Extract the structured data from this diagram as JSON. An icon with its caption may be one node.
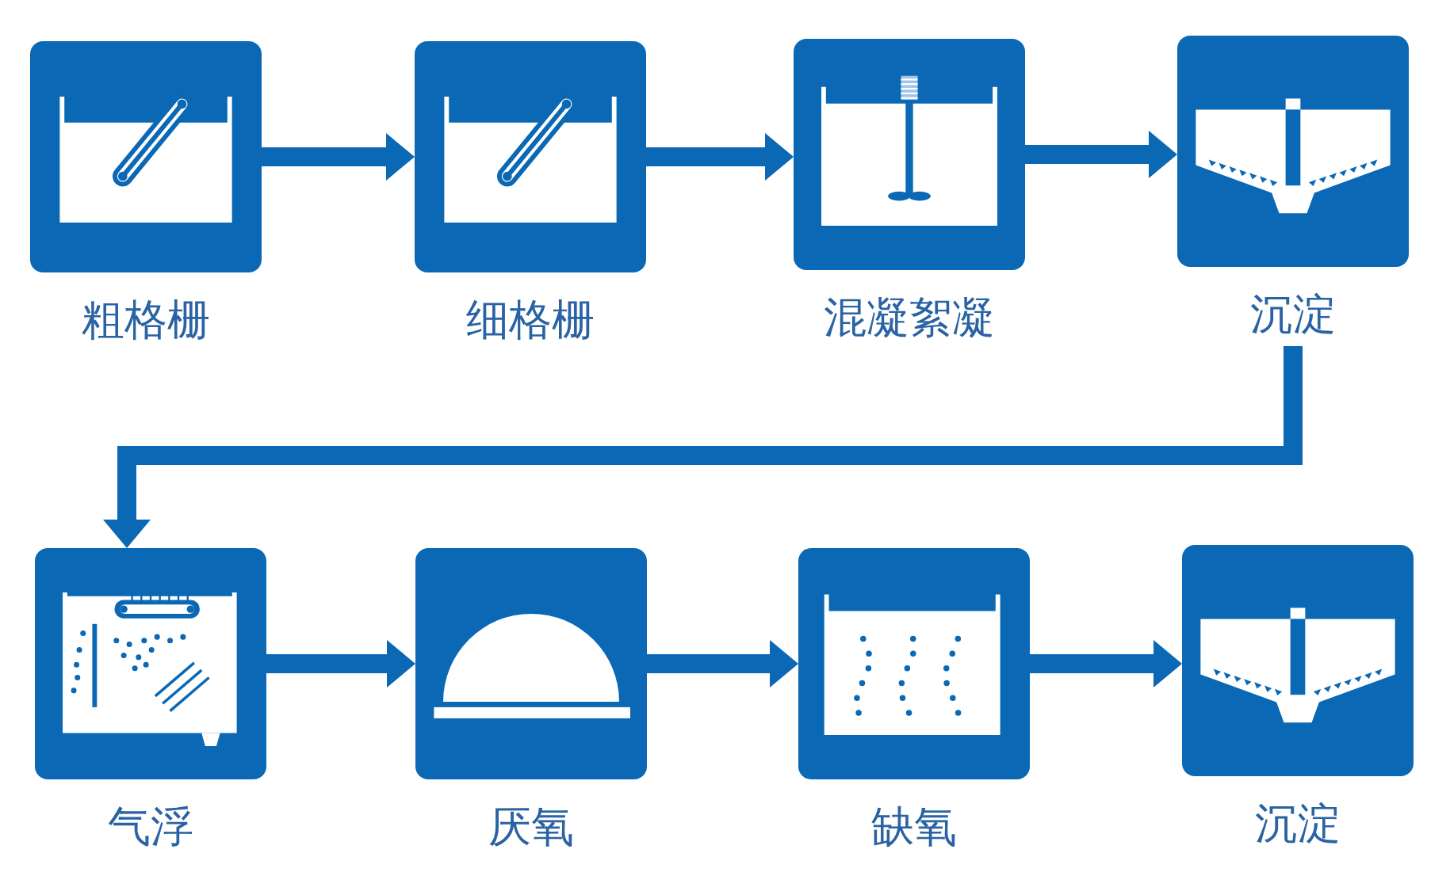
{
  "diagram": {
    "nodes": [
      {
        "text": [
          "粗格栅"
        ]
      },
      {
        "text": [
          "细格栅"
        ]
      },
      {
        "text": [
          "混凝絮凝"
        ]
      },
      {
        "text": [
          "沉淀"
        ]
      },
      {
        "text": [
          "气浮"
        ]
      },
      {
        "text": [
          "厌氧"
        ]
      },
      {
        "text": [
          "缺氧"
        ]
      },
      {
        "text": [
          "沉淀"
        ]
      }
    ],
    "edges": [
      {
        "from": 0,
        "to": 1,
        "arrow": "to"
      },
      {
        "from": 1,
        "to": 2,
        "arrow": "to"
      },
      {
        "from": 2,
        "to": 3,
        "arrow": "to"
      },
      {
        "from": 3,
        "to": 4,
        "arrow": "to"
      },
      {
        "from": 4,
        "to": 5,
        "arrow": "to"
      },
      {
        "from": 5,
        "to": 6,
        "arrow": "to"
      },
      {
        "from": 6,
        "to": 7,
        "arrow": "to"
      }
    ]
  }
}
